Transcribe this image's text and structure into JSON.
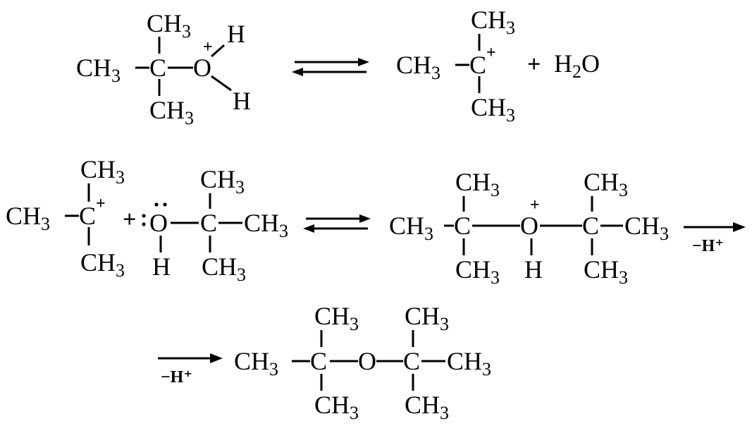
{
  "labels": {
    "ch3": "CH",
    "sub3": "3",
    "c": "C",
    "o": "O",
    "h": "H",
    "plus_charge": "+",
    "plus_sign": "+",
    "h2o_h": "H",
    "h2o_sub": "2",
    "h2o_o": "O",
    "minus_h_plus": "−H⁺"
  }
}
